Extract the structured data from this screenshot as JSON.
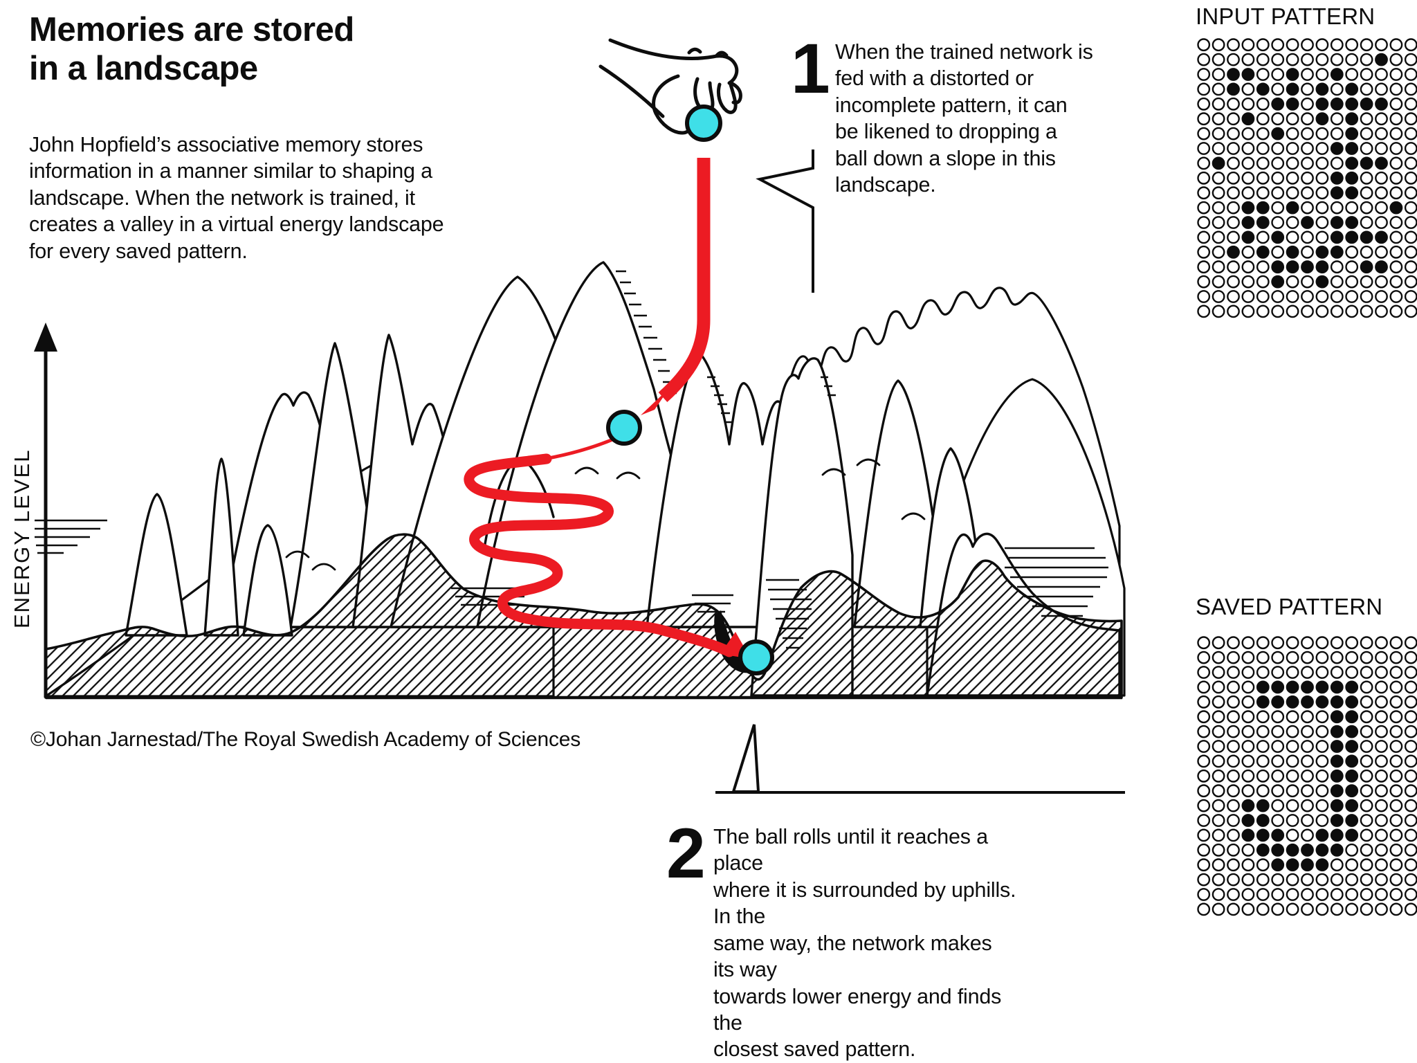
{
  "header": {
    "title": "Memories are stored\nin a landscape",
    "intro": "John Hopfield’s associative memory stores\ninformation in a manner similar to shaping a\nlandscape. When the network is trained, it\ncreates a valley in a virtual energy landscape\nfor every saved pattern."
  },
  "chart": {
    "y_axis_label": "ENERGY LEVEL"
  },
  "steps": [
    {
      "number": "1",
      "text": "When the trained network is\nfed with a distorted or\nincomplete pattern, it can\nbe likened to dropping a\nball down a slope in this\nlandscape."
    },
    {
      "number": "2",
      "text": "The ball rolls until it reaches a place\nwhere it is surrounded by uphills. In the\nsame way, the network makes its way\ntowards lower energy and finds the\nclosest saved pattern."
    }
  ],
  "footer": {
    "copyright": "©Johan Jarnestad/The Royal Swedish Academy of Sciences"
  },
  "patterns": {
    "input": {
      "title": "INPUT PATTERN",
      "rows": [
        "000000000000000",
        "000000000000100",
        "001100100100000",
        "001010101010000",
        "000001101111100",
        "000100001010000",
        "000001000010000",
        "000000000110000",
        "010000000011100",
        "000000000110000",
        "000000000110000",
        "000110100000010",
        "000110010110000",
        "000101000111100",
        "001010101100000",
        "000001111001100",
        "000001001000000",
        "000000000000000",
        "000000000000000"
      ]
    },
    "saved": {
      "title": "SAVED PATTERN",
      "rows": [
        "000000000000000",
        "000000000000000",
        "000000000000000",
        "000011111110000",
        "000011111110000",
        "000000000110000",
        "000000000110000",
        "000000000110000",
        "000000000110000",
        "000000000110000",
        "000000000110000",
        "000110000110000",
        "000110000110000",
        "000111001110000",
        "000011111100000",
        "000001111000000",
        "000000000000000",
        "000000000000000",
        "000000000000000"
      ]
    }
  },
  "colors": {
    "red": "#EC1B23",
    "ball": "#3FDFE8",
    "ink": "#0d0d0d"
  }
}
